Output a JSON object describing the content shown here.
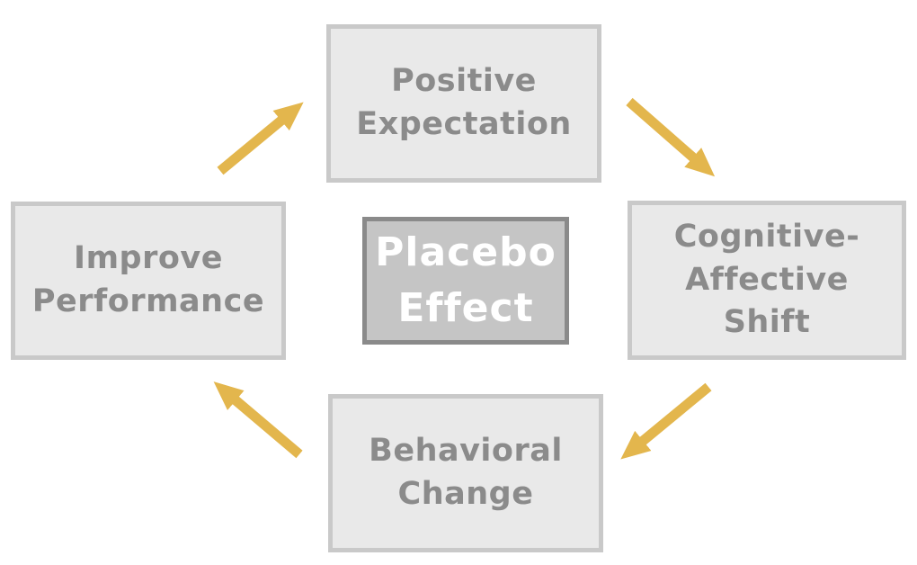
{
  "diagram": {
    "center": {
      "label": "Placebo\nEffect"
    },
    "nodes": {
      "top": {
        "label": "Positive\nExpectation"
      },
      "right": {
        "label": "Cognitive-\nAffective\nShift"
      },
      "bottom": {
        "label": "Behavioral\nChange"
      },
      "left": {
        "label": "Improve\nPerformance"
      }
    },
    "arrows": [
      {
        "name": "arrow-improve-to-positive",
        "from": "Improve Performance",
        "to": "Positive Expectation",
        "direction": "up-right"
      },
      {
        "name": "arrow-positive-to-cognitive",
        "from": "Positive Expectation",
        "to": "Cognitive-Affective Shift",
        "direction": "down-right"
      },
      {
        "name": "arrow-cognitive-to-behavioral",
        "from": "Cognitive-Affective Shift",
        "to": "Behavioral Change",
        "direction": "down-left"
      },
      {
        "name": "arrow-behavioral-to-improve",
        "from": "Behavioral Change",
        "to": "Improve Performance",
        "direction": "up-left"
      }
    ],
    "colors": {
      "background": "#ffffff",
      "node_fill": "#e9e9e9",
      "node_border": "#c9c9c9",
      "node_text": "#8b8b8b",
      "center_fill": "#c5c5c5",
      "center_border": "#8a8a8a",
      "center_text": "#ffffff",
      "arrow": "#e3b64d"
    }
  }
}
